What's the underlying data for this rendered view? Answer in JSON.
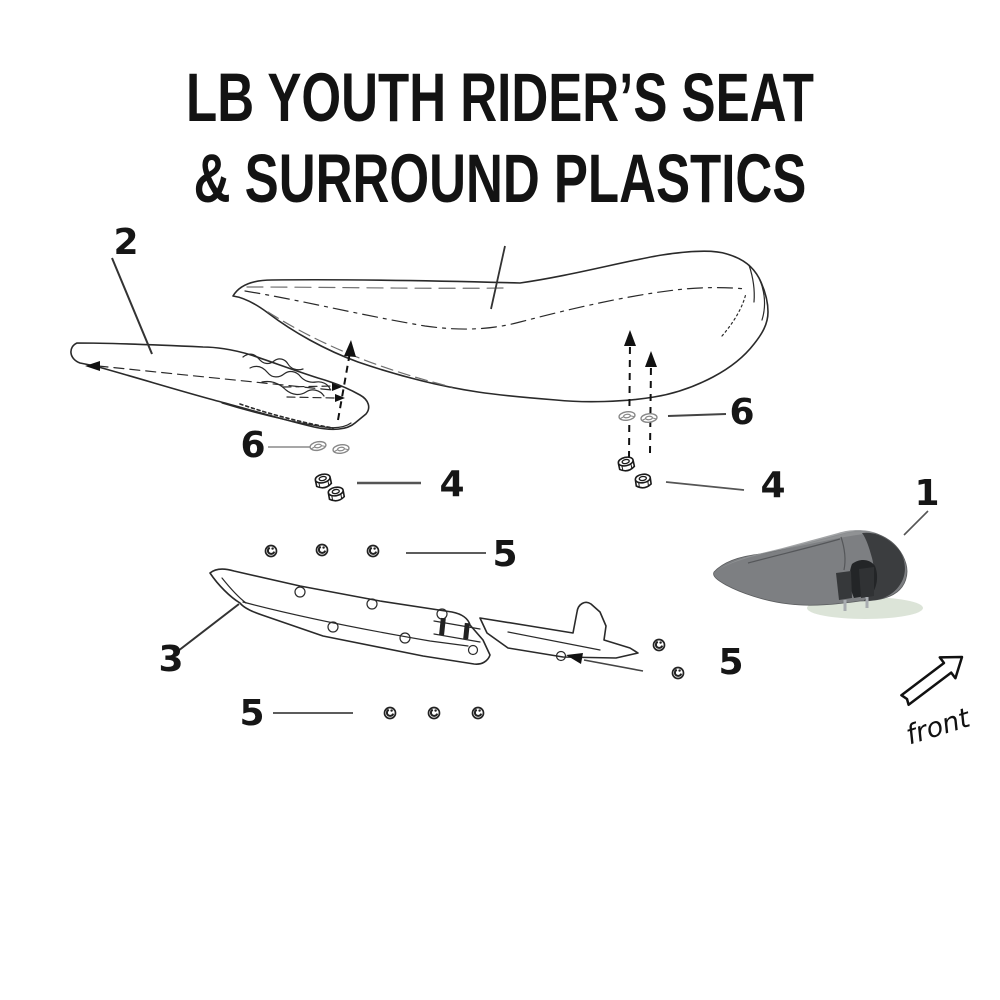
{
  "title": {
    "line1": "LB YOUTH RIDER’S SEAT",
    "line2": "& SURROUND PLASTICS"
  },
  "callouts": {
    "part1": "1",
    "part2": "2",
    "part3": "3",
    "part4_left": "4",
    "part4_right": "4",
    "part5_top": "5",
    "part5_right": "5",
    "part5_bottom": "5",
    "part6_left": "6",
    "part6_right": "6"
  },
  "front_label": "front",
  "colors": {
    "ink": "#1c1c1c",
    "leader": "#555555",
    "clip_gray": "#888888",
    "seat_body_gray": "#7d7f82",
    "seat_rear_dark": "#3b3d3f",
    "seat_shadow": "#dce4d8"
  }
}
